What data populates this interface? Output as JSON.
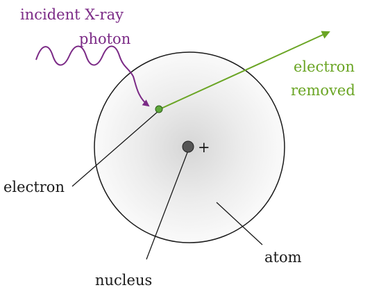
{
  "labels": {
    "photon_line1": "incident X-ray",
    "photon_line2": "photon",
    "removed_line1": "electron",
    "removed_line2": "removed",
    "electron": "electron",
    "nucleus": "nucleus",
    "atom": "atom",
    "nucleus_charge": "+"
  },
  "colors": {
    "photon": "#7b2a86",
    "removed_electron": "#6aa524",
    "electron_dot": "#5ea83a",
    "nucleus_dot": "#555555",
    "atom_outline": "#1a1a1a",
    "leader_lines": "#1a1a1a"
  }
}
